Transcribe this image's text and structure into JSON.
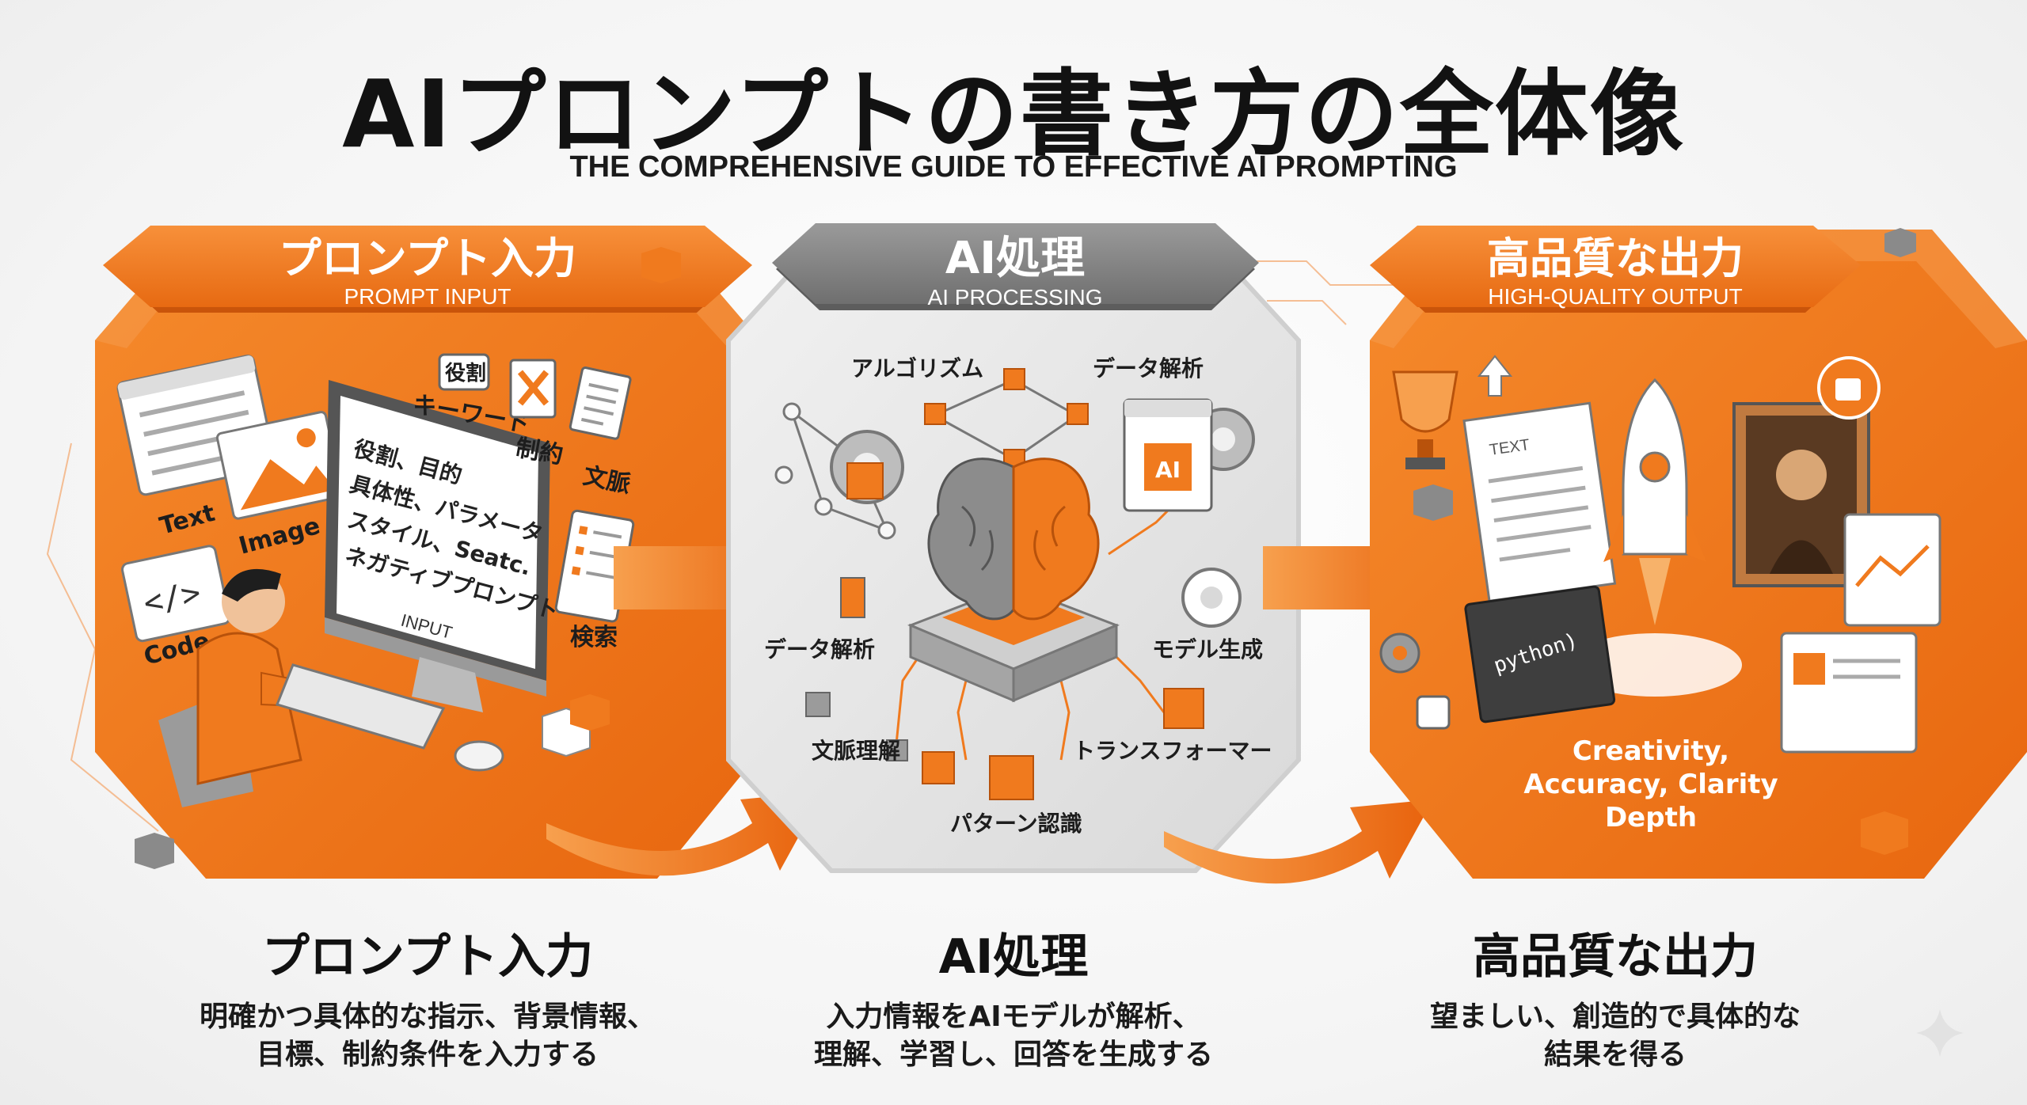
{
  "header": {
    "title": "AIプロンプトの書き方の全体像",
    "subtitle": "THE COMPREHENSIVE GUIDE TO EFFECTIVE AI PROMPTING"
  },
  "panels": [
    {
      "banner_title": "プロンプト入力",
      "banner_subtitle": "PROMPT INPUT",
      "screen_lines": [
        "役割、目的",
        "具体性、パラメータ",
        "スタイル、Seatc.",
        "ネガティブプロンプト"
      ],
      "screen_input": "INPUT",
      "tags": [
        "役割",
        "キーワード",
        "制約",
        "文脈",
        "検索"
      ],
      "card_labels": [
        "Text",
        "Image",
        "Code"
      ],
      "caption_title": "プロンプト入力",
      "caption_lines": [
        "明確かつ具体的な指示、背景情報、",
        "目標、制約条件を入力する"
      ]
    },
    {
      "banner_title": "AI処理",
      "banner_subtitle": "AI PROCESSING",
      "labels": [
        "アルゴリズム",
        "データ解析",
        "データ解析",
        "モデル生成",
        "文脈理解",
        "トランスフォーマー",
        "パターン認識"
      ],
      "chip_label": "AI",
      "caption_title": "AI処理",
      "caption_lines": [
        "入力情報をAIモデルが解析、",
        "理解、学習し、回答を生成する"
      ]
    },
    {
      "banner_title": "高品質な出力",
      "banner_subtitle": "HIGH-QUALITY OUTPUT",
      "doc_label": "TEXT",
      "code_label": "python)",
      "qualities": [
        "Creativity,",
        "Accuracy, Clarity",
        "Depth"
      ],
      "caption_title": "高品質な出力",
      "caption_lines": [
        "望ましい、創造的で具体的な",
        "結果を得る"
      ]
    }
  ],
  "colors": {
    "orange": "#f07a1e",
    "orange_dark": "#d8610f",
    "gray": "#8a8a8a",
    "gray_light": "#e6e6e6"
  }
}
